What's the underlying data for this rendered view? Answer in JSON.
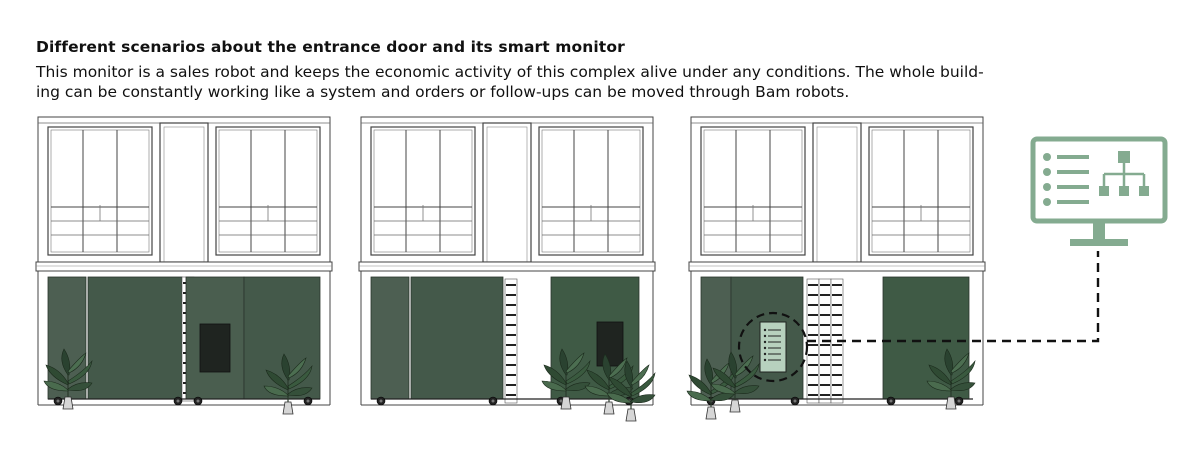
{
  "heading": "Different scenarios about the entrance door and its smart monitor",
  "description_line1": "This monitor is a sales robot and keeps the economic activity of this complex alive under any conditions. The whole build-",
  "description_line2": "ing can be constantly working like a system and orders or follow-ups can be moved through Bam robots.",
  "colors": {
    "robot_dark": "#4d5f52",
    "robot_mid": "#44594a",
    "robot_accent": "#6b7f6e",
    "screen_dark": "#1f2420",
    "monitor_green": "#84ab90",
    "monitor_light": "#b7d1be",
    "plant_green": "#2f4a33",
    "line": "#555555"
  },
  "icons": [
    "smart-monitor-icon",
    "hierarchy-chart-icon",
    "list-icon",
    "plant-icon"
  ],
  "scenarios": [
    {
      "name": "scenario-1-door-closed"
    },
    {
      "name": "scenario-2-door-partially-open"
    },
    {
      "name": "scenario-3-door-open-monitor-highlight"
    }
  ]
}
